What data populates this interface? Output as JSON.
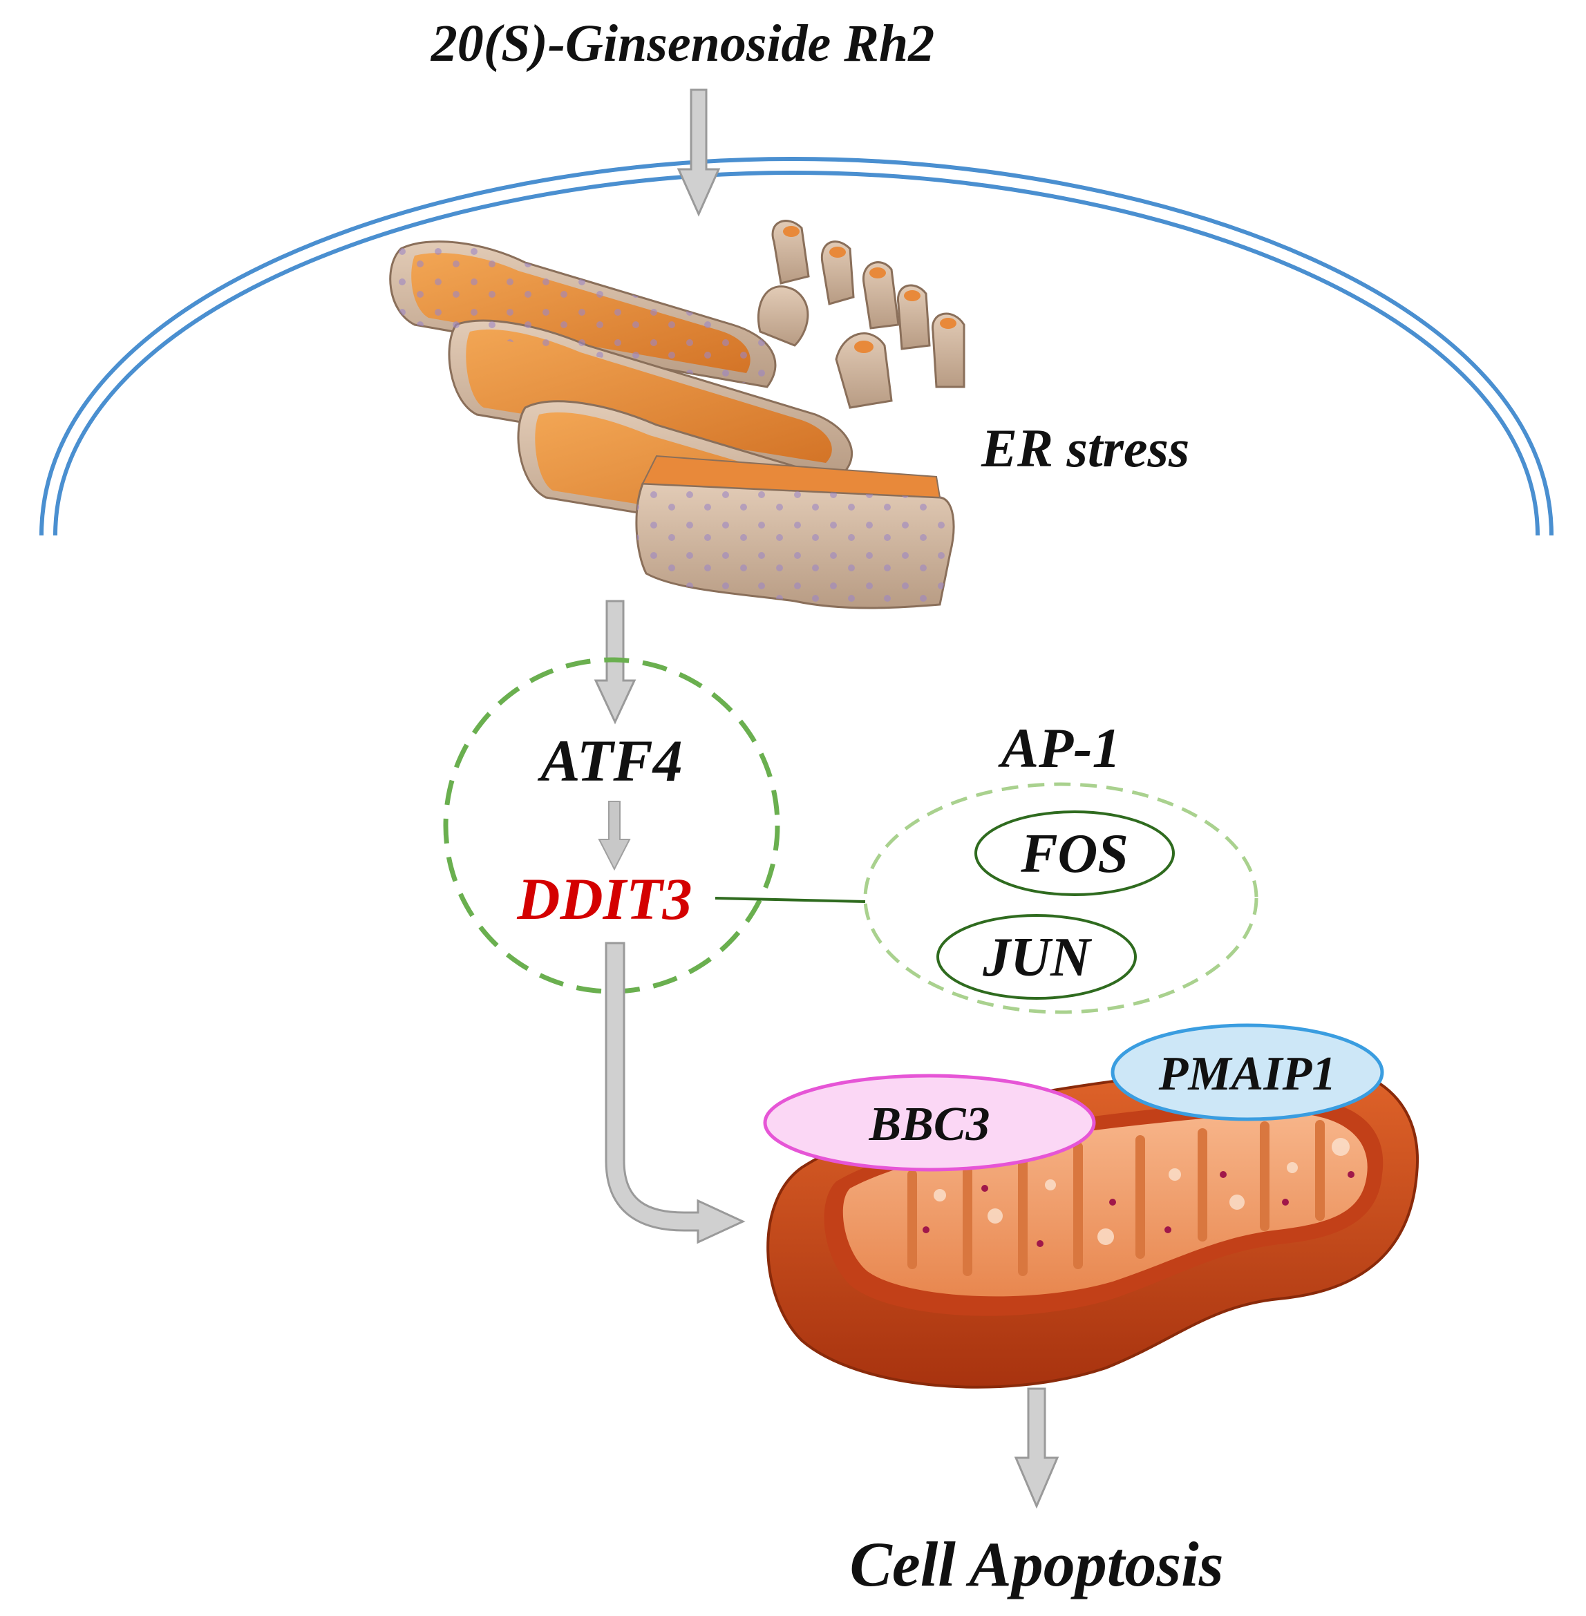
{
  "labels": {
    "drug": "20(S)-Ginsenoside Rh2",
    "er_stress": "ER stress",
    "atf4": "ATF4",
    "ddit3": "DDIT3",
    "ap1": "AP-1",
    "fos": "FOS",
    "jun": "JUN",
    "bbc3": "BBC3",
    "pmaip1": "PMAIP1",
    "outcome": "Cell Apoptosis"
  },
  "colors": {
    "membrane": "#4a8fd0",
    "arrow_fill": "#d0d0d0",
    "arrow_stroke": "#9a9a9a",
    "ddit3_text": "#d40000",
    "atf4_circle": "#6aaf4f",
    "ap1_circle": "#a9d18e",
    "gene_ellipse": "#2f6b1f",
    "bbc3_fill": "#fbd7f5",
    "bbc3_stroke": "#e655d6",
    "pmaip1_fill": "#cde7f7",
    "pmaip1_stroke": "#3a9de0",
    "er_tan": "#d2b49a",
    "er_orange": "#e8893a",
    "mito_outer": "#cc4a1e",
    "mito_inner": "#f0a070"
  },
  "icons": [
    "endoplasmic-reticulum-icon",
    "mitochondrion-icon"
  ]
}
